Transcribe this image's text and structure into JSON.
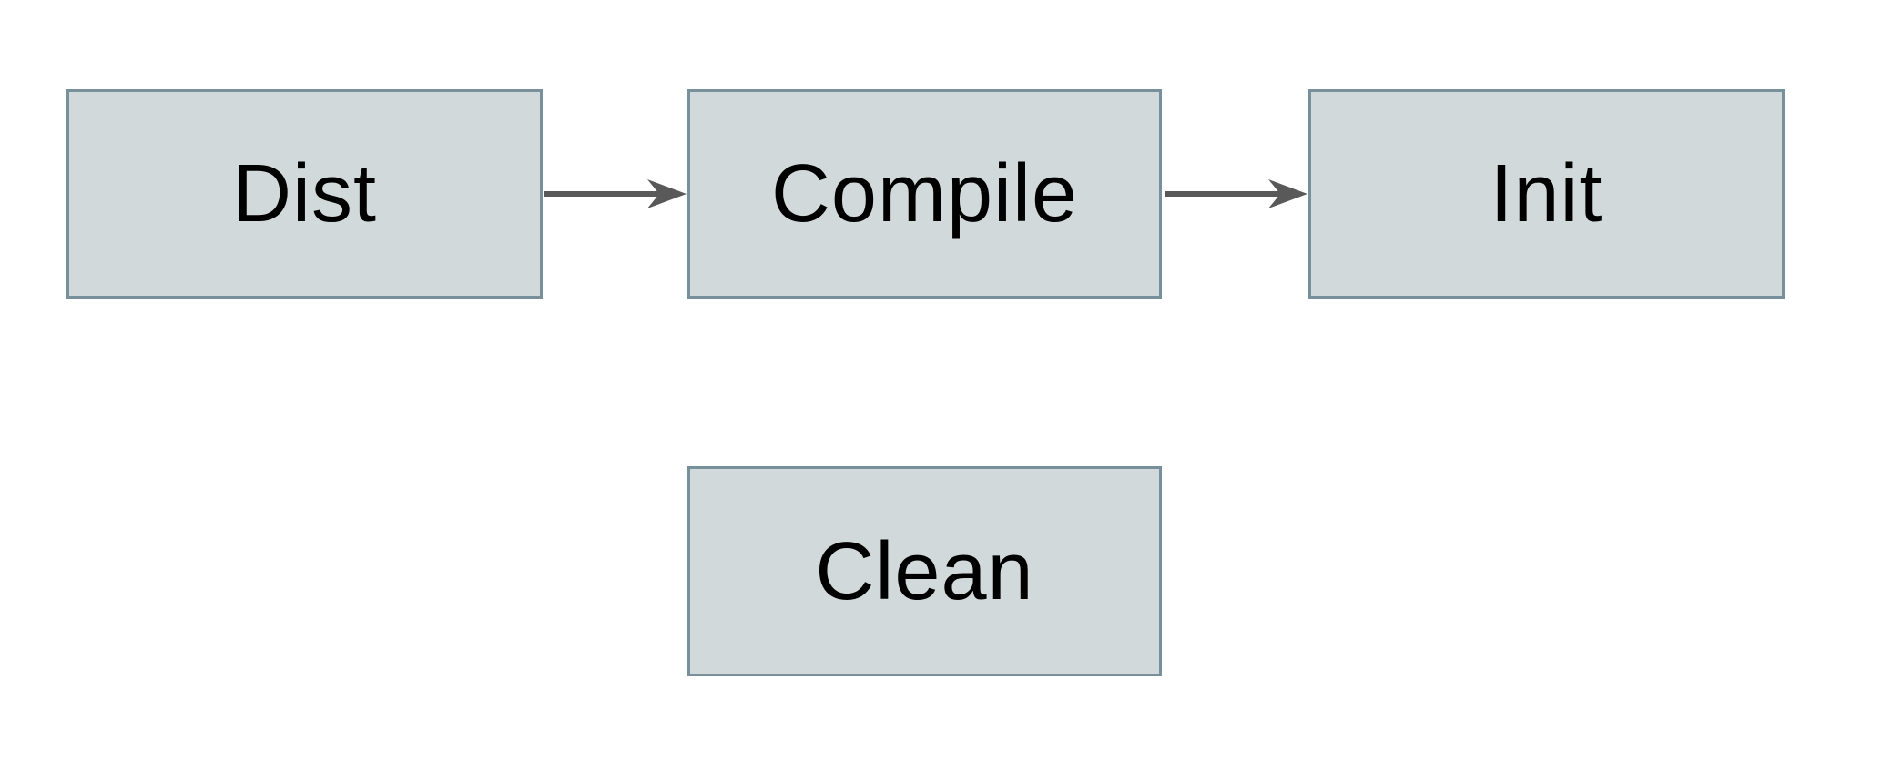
{
  "diagram": {
    "title": "build-targets-flowchart",
    "nodes": [
      {
        "id": "dist",
        "label": "Dist"
      },
      {
        "id": "compile",
        "label": "Compile"
      },
      {
        "id": "init",
        "label": "Init"
      },
      {
        "id": "clean",
        "label": "Clean"
      }
    ],
    "edges": [
      {
        "from": "dist",
        "to": "compile"
      },
      {
        "from": "compile",
        "to": "init"
      }
    ]
  },
  "colors": {
    "background": "#ffffff",
    "node_fill": "#d2d9db",
    "node_border": "#78909c",
    "arrow": "#595959",
    "text": "#000000"
  }
}
